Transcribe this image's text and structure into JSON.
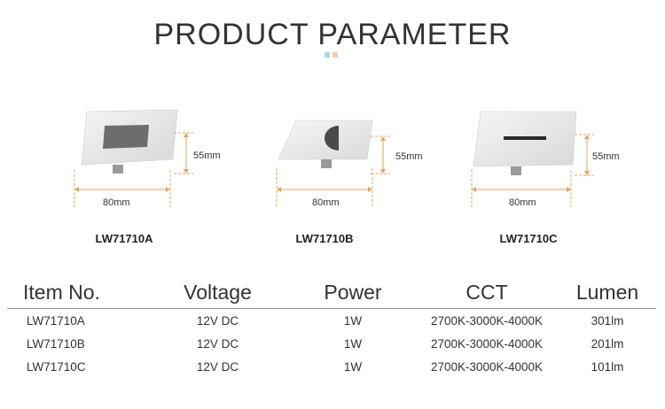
{
  "header": {
    "title": "PRODUCT PARAMETER"
  },
  "accent_colors": {
    "dot1": "#a9d8e0",
    "dot2": "#f5c8a8",
    "dimension": "#e8a25c"
  },
  "products": [
    {
      "model": "LW71710A",
      "width_label": "80mm",
      "height_label": "55mm",
      "cutout": "square"
    },
    {
      "model": "LW71710B",
      "width_label": "80mm",
      "height_label": "55mm",
      "cutout": "half-circle"
    },
    {
      "model": "LW71710C",
      "width_label": "80mm",
      "height_label": "55mm",
      "cutout": "slot"
    }
  ],
  "table": {
    "headers": [
      "Item No.",
      "Voltage",
      "Power",
      "CCT",
      "Lumen"
    ],
    "rows": [
      [
        "LW71710A",
        "12V DC",
        "1W",
        "2700K-3000K-4000K",
        "301lm"
      ],
      [
        "LW71710B",
        "12V DC",
        "1W",
        "2700K-3000K-4000K",
        "201lm"
      ],
      [
        "LW71710C",
        "12V DC",
        "1W",
        "2700K-3000K-4000K",
        "101lm"
      ]
    ]
  }
}
